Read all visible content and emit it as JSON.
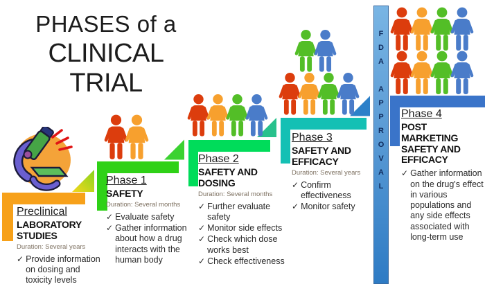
{
  "title": {
    "line1": "PHASES of a",
    "line2": "CLINICAL TRIAL"
  },
  "ui": {
    "check": "✓"
  },
  "fda": {
    "label": "FDA APPROVAL",
    "bar_color": "#5B9BD5"
  },
  "people_palette": {
    "red": "#DC3D0D",
    "orange": "#F7A02E",
    "green": "#53BE27",
    "blue": "#4A7CC9"
  },
  "phases": [
    {
      "name": "Preclinical",
      "title": "LABORATORY STUDIES",
      "duration": "Duration: Several years",
      "bullets": [
        "Provide information on dosing and toxicity levels"
      ],
      "color": "#F7A11A",
      "people_count": 0
    },
    {
      "name": "Phase 1",
      "title": "SAFETY",
      "duration": "Duration: Several months",
      "bullets": [
        "Evaluate safety",
        "Gather information about how a drug interacts with the human body"
      ],
      "color": "#2FD117",
      "people_count": 2
    },
    {
      "name": "Phase 2",
      "title": "SAFETY AND DOSING",
      "duration": "Duration: Several months",
      "bullets": [
        "Further evaluate safety",
        "Monitor side effects",
        "Check which dose works best",
        "Check effectiveness"
      ],
      "color": "#00DC5A",
      "people_count": 4
    },
    {
      "name": "Phase 3",
      "title": "SAFETY AND EFFICACY",
      "duration": "Duration: Several years",
      "bullets": [
        "Confirm effectiveness",
        "Monitor safety"
      ],
      "color": "#14C0B4",
      "people_count": 6
    },
    {
      "name": "Phase 4",
      "title": "POST MARKETING SAFETY AND EFFICACY",
      "duration": "",
      "bullets": [
        "Gather information on the drug's effect in various populations and any side effects associated with long-term use"
      ],
      "color": "#3A74C9",
      "people_count": 8
    }
  ]
}
